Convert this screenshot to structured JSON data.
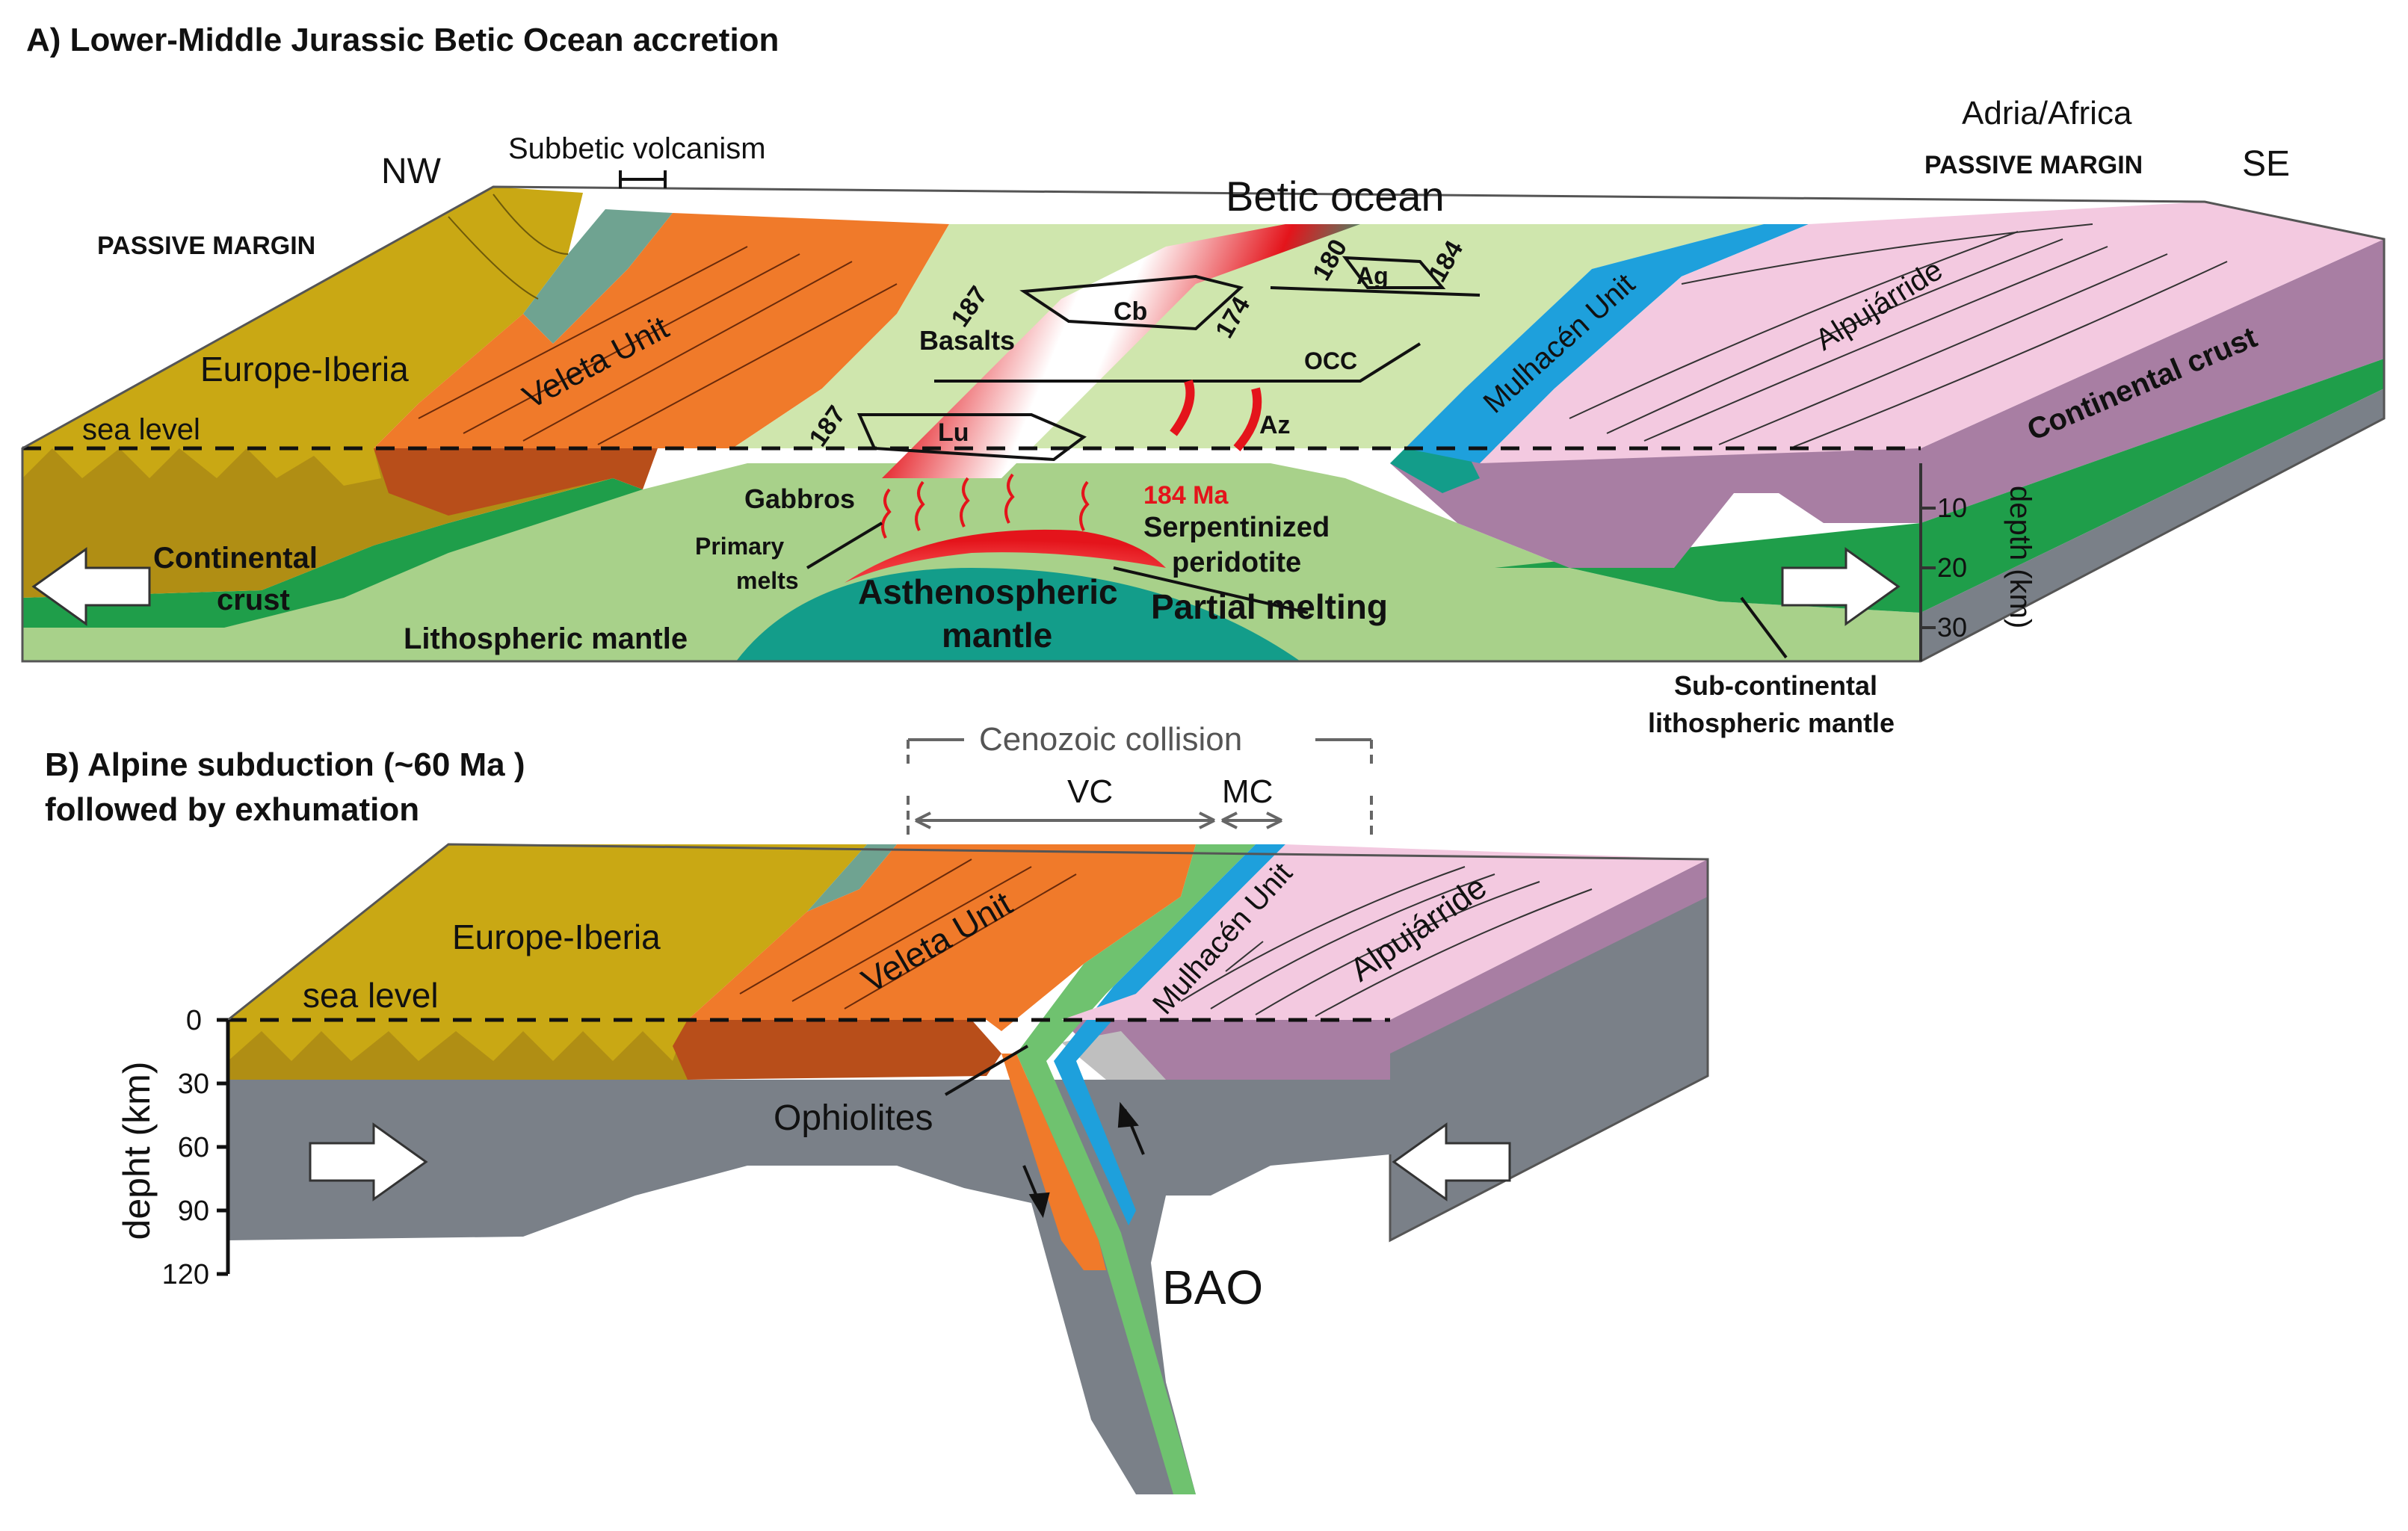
{
  "panel_a": {
    "title": "A) Lower-Middle Jurassic Betic Ocean accretion",
    "nw": "NW",
    "se": "SE",
    "subbetic": "Subbetic volcanism",
    "passive_margin_left": "PASSIVE MARGIN",
    "passive_margin_right": "PASSIVE MARGIN",
    "adria_africa": "Adria/Africa",
    "betic_ocean": "Betic ocean",
    "europe_iberia": "Europe-Iberia",
    "veleta_unit": "Veleta Unit",
    "sea_level": "sea level",
    "continental_crust_left_1": "Continental",
    "continental_crust_left_2": "crust",
    "lithospheric_mantle": "Lithospheric mantle",
    "basalts": "Basalts",
    "gabbros": "Gabbros",
    "primary_melts_1": "Primary",
    "primary_melts_2": "melts",
    "occ": "OCC",
    "cb": "Cb",
    "lu": "Lu",
    "ag": "Ag",
    "az": "Az",
    "age_187_a": "187",
    "age_187_b": "187",
    "age_174": "174",
    "age_180": "180",
    "age_184": "184",
    "age_184_ma": "184 Ma",
    "serpentinized_1": "Serpentinized",
    "serpentinized_2": "peridotite",
    "asthenospheric_1": "Asthenospheric",
    "asthenospheric_2": "mantle",
    "partial_melting": "Partial melting",
    "mulhacen_unit": "Mulhacén Unit",
    "alpujarride": "Alpujárride",
    "continental_crust_right": "Continental crust",
    "sub_continental_1": "Sub-continental",
    "sub_continental_2": "lithospheric mantle",
    "depth_ticks": [
      "10",
      "20",
      "30"
    ],
    "depth_axis": "depth (km)"
  },
  "panel_b": {
    "title_1": "B) Alpine subduction (~60 Ma )",
    "title_2": "followed by exhumation",
    "cenozoic_collision": "Cenozoic collision",
    "vc": "VC",
    "mc": "MC",
    "europe_iberia": "Europe-Iberia",
    "sea_level": "sea level",
    "veleta_unit": "Veleta Unit",
    "mulhacen_unit": "Mulhacén Unit",
    "alpujarride": "Alpujárride",
    "ophiolites": "Ophiolites",
    "bao": "BAO",
    "depth_axis": "depht (km)",
    "depth_ticks": [
      "0",
      "30",
      "60",
      "90",
      "120"
    ]
  },
  "colors": {
    "iberia": "#c9a814",
    "iberia_dark": "#b08e14",
    "veleta": "#f07a2a",
    "veleta_dark": "#b84e1a",
    "ocean": "#cfe6ad",
    "green_mid": "#a8d18a",
    "green_dark": "#1f9e4a",
    "teal": "#139d8a",
    "teal_dark": "#2a8a6e",
    "melt_red": "#e4141b",
    "mulhacen": "#1ea0dc",
    "alpujarride": "#f3c9e0",
    "alpujarride_dark": "#a87ea3",
    "mantle_grey": "#7a8088"
  }
}
